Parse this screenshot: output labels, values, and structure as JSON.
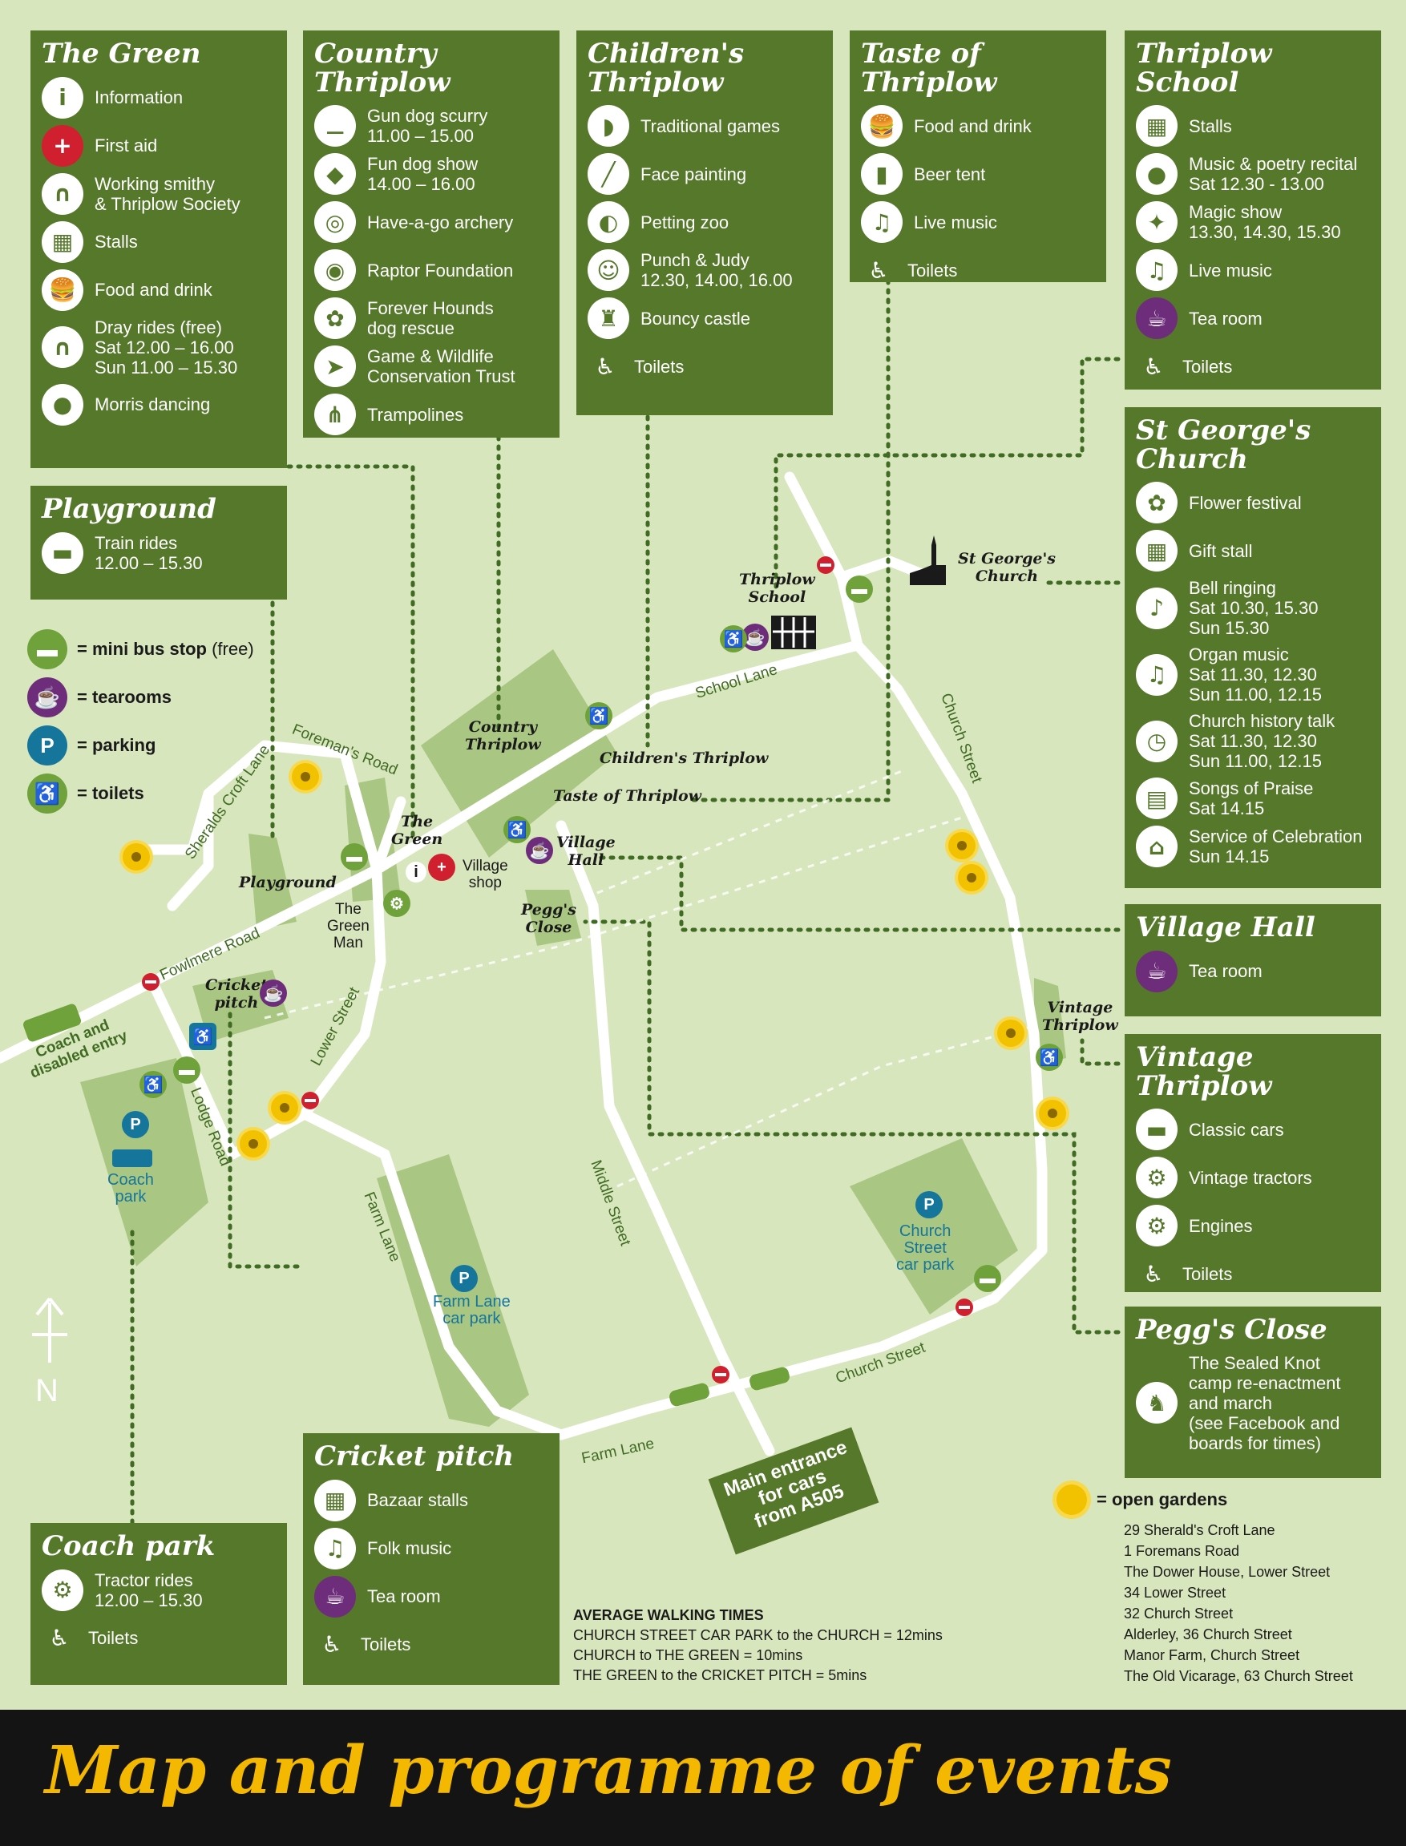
{
  "title": "Map and programme of events",
  "colors": {
    "panel": "#55782a",
    "background": "#d8e6bd",
    "road": "#ffffff",
    "accent": "#f5b800",
    "tearoom": "#6d2d7a",
    "parking": "#15759b",
    "firstaid": "#d0202f"
  },
  "panels": {
    "green": {
      "title": "The Green",
      "items": [
        {
          "icon": "info-icon",
          "text": "Information"
        },
        {
          "icon": "first-aid-icon",
          "text": "First aid"
        },
        {
          "icon": "horseshoe-icon",
          "text": "Working smithy\n& Thriplow Society"
        },
        {
          "icon": "stall-icon",
          "text": "Stalls"
        },
        {
          "icon": "food-icon",
          "text": "Food and drink"
        },
        {
          "icon": "horseshoe-icon",
          "text": "Dray rides (free)\nSat 12.00 – 16.00\nSun 11.00 – 15.30"
        },
        {
          "icon": "morris-icon",
          "text": "Morris dancing"
        }
      ]
    },
    "country": {
      "title": "Country Thriplow",
      "items": [
        {
          "icon": "bone-icon",
          "text": "Gun dog scurry\n11.00 – 15.00"
        },
        {
          "icon": "dog-icon",
          "text": "Fun dog show\n14.00 – 16.00"
        },
        {
          "icon": "target-icon",
          "text": "Have-a-go archery"
        },
        {
          "icon": "owl-icon",
          "text": "Raptor Foundation"
        },
        {
          "icon": "paw-icon",
          "text": "Forever Hounds\ndog rescue"
        },
        {
          "icon": "bird-icon",
          "text": "Game & Wildlife\nConservation Trust"
        },
        {
          "icon": "trampoline-icon",
          "text": "Trampolines"
        }
      ]
    },
    "children": {
      "title": "Children's\nThriplow",
      "items": [
        {
          "icon": "duck-icon",
          "text": "Traditional games"
        },
        {
          "icon": "brush-icon",
          "text": "Face painting"
        },
        {
          "icon": "rabbit-icon",
          "text": "Petting zoo"
        },
        {
          "icon": "puppet-icon",
          "text": "Punch & Judy\n12.30, 14.00, 16.00"
        },
        {
          "icon": "castle-icon",
          "text": "Bouncy castle"
        },
        {
          "icon": "toilets-icon",
          "text": "Toilets"
        }
      ]
    },
    "taste": {
      "title": "Taste of Thriplow",
      "items": [
        {
          "icon": "food-icon",
          "text": "Food and drink"
        },
        {
          "icon": "beer-icon",
          "text": "Beer tent"
        },
        {
          "icon": "music-icon",
          "text": "Live music"
        },
        {
          "icon": "toilets-icon",
          "text": "Toilets"
        }
      ]
    },
    "school": {
      "title": "Thriplow School",
      "items": [
        {
          "icon": "stall-icon",
          "text": "Stalls"
        },
        {
          "icon": "person-icon",
          "text": "Music & poetry recital\nSat 12.30 - 13.00"
        },
        {
          "icon": "wand-icon",
          "text": "Magic show\n13.30, 14.30, 15.30"
        },
        {
          "icon": "music-icon",
          "text": "Live music"
        },
        {
          "icon": "tea-icon",
          "text": "Tea room"
        },
        {
          "icon": "toilets-icon",
          "text": "Toilets"
        }
      ]
    },
    "church": {
      "title": "St George's Church",
      "items": [
        {
          "icon": "flower-icon",
          "text": "Flower festival"
        },
        {
          "icon": "stall-icon",
          "text": "Gift stall"
        },
        {
          "icon": "bell-icon",
          "text": "Bell ringing\nSat 10.30, 15.30\nSun 15.30"
        },
        {
          "icon": "music-icon",
          "text": "Organ music\nSat 11.30, 12.30\nSun 11.00, 12.15"
        },
        {
          "icon": "clock-icon",
          "text": "Church history talk\nSat 11.30, 12.30\nSun 11.00, 12.15"
        },
        {
          "icon": "book-icon",
          "text": "Songs of Praise\nSat 14.15"
        },
        {
          "icon": "window-icon",
          "text": "Service of Celebration\nSun 14.15"
        }
      ]
    },
    "hall": {
      "title": "Village Hall",
      "items": [
        {
          "icon": "tea-icon",
          "text": "Tea room"
        }
      ]
    },
    "vintage": {
      "title": "Vintage Thriplow",
      "items": [
        {
          "icon": "car-icon",
          "text": "Classic cars"
        },
        {
          "icon": "tractor-icon",
          "text": "Vintage tractors"
        },
        {
          "icon": "engine-icon",
          "text": "Engines"
        },
        {
          "icon": "toilets-icon",
          "text": "Toilets"
        }
      ]
    },
    "pegg": {
      "title": "Pegg's Close",
      "items": [
        {
          "icon": "horse-icon",
          "text": "The Sealed Knot\ncamp re-enactment\nand march\n(see Facebook and\nboards for times)"
        }
      ]
    },
    "playground": {
      "title": "Playground",
      "items": [
        {
          "icon": "train-icon",
          "text": "Train rides\n12.00 – 15.30"
        }
      ]
    },
    "cricket": {
      "title": "Cricket pitch",
      "items": [
        {
          "icon": "stall-icon",
          "text": "Bazaar stalls"
        },
        {
          "icon": "music-icon",
          "text": "Folk music"
        },
        {
          "icon": "tea-icon",
          "text": "Tea room"
        },
        {
          "icon": "toilets-icon",
          "text": "Toilets"
        }
      ]
    },
    "coach": {
      "title": "Coach park",
      "items": [
        {
          "icon": "tractor-icon",
          "text": "Tractor rides\n12.00 – 15.30"
        },
        {
          "icon": "toilets-icon",
          "text": "Toilets"
        }
      ]
    }
  },
  "legend": {
    "bus_bold": "= mini bus stop",
    "bus_extra": " (free)",
    "tea": "= tearooms",
    "parking": "= parking",
    "toilets": "= toilets",
    "parking_symbol": "P"
  },
  "streets": {
    "school_lane": "School Lane",
    "church_street": "Church Street",
    "church_street_south": "Church Street",
    "foremans_road": "Foreman's Road",
    "sheralds_croft": "Sheralds Croft Lane",
    "fowlmere_road": "Fowlmere Road",
    "lower_street": "Lower Street",
    "lodge_road": "Lodge Road",
    "farm_lane": "Farm Lane",
    "farm_lane_south": "Farm Lane",
    "middle_street": "Middle Street"
  },
  "places": {
    "thriplow_school": "Thriplow\nSchool",
    "st_georges": "St George's\nChurch",
    "country": "Country\nThriplow",
    "childrens": "Children's Thriplow",
    "taste": "Taste of Thriplow",
    "the_green": "The\nGreen",
    "village_hall": "Village\nHall",
    "village_shop": "Village\nshop",
    "peggs": "Pegg's\nClose",
    "playground": "Playground",
    "green_man": "The\nGreen\nMan",
    "cricket": "Cricket\npitch",
    "vintage": "Vintage\nThriplow",
    "coach_entry": "Coach and\ndisabled entry",
    "coach_park": "Coach\npark",
    "farm_lane_park": "Farm Lane\ncar park",
    "church_street_park": "Church\nStreet\ncar park",
    "info_symbol": "i",
    "north": "N"
  },
  "entrance": "Main entrance\nfor cars\nfrom A505",
  "walking": {
    "heading": "AVERAGE WALKING TIMES",
    "lines": [
      "CHURCH STREET CAR PARK to the CHURCH = 12mins",
      "CHURCH to THE GREEN = 10mins",
      "THE GREEN to the CRICKET PITCH = 5mins"
    ]
  },
  "gardens": {
    "heading": "= open gardens",
    "items": [
      "29 Sherald's Croft Lane",
      "1 Foremans Road",
      "The Dower House, Lower Street",
      "34 Lower Street",
      "32 Church Street",
      "Alderley, 36 Church Street",
      "Manor Farm, Church Street",
      "The Old Vicarage, 63 Church Street"
    ]
  }
}
